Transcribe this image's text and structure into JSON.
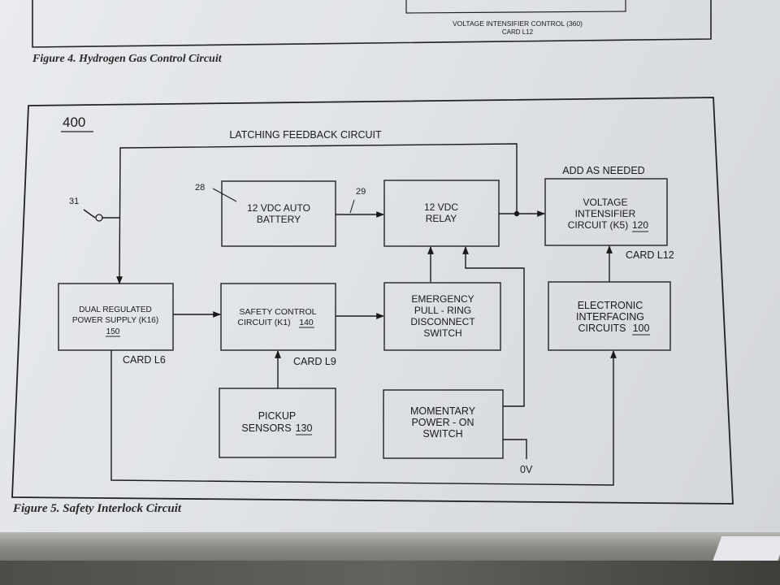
{
  "figure4": {
    "caption": "Figure 4.  Hydrogen Gas Control Circuit",
    "block_line1": "VOLTAGE INTENSIFIER CONTROL (360)",
    "block_line2": "CARD L12"
  },
  "figure5": {
    "caption": "Figure 5.  Safety Interlock Circuit",
    "ref_400": "400",
    "latching_label": "LATCHING FEEDBACK CIRCUIT",
    "add_as_needed": "ADD AS NEEDED",
    "ref_28": "28",
    "ref_29": "29",
    "ref_31": "31",
    "card_l6": "CARD L6",
    "card_l9": "CARD L9",
    "card_l12": "CARD L12",
    "ov": "0V",
    "battery": {
      "line1": "12 VDC AUTO",
      "line2": "BATTERY"
    },
    "relay": {
      "line1": "12 VDC",
      "line2": "RELAY"
    },
    "intensifier": {
      "line1": "VOLTAGE",
      "line2": "INTENSIFIER",
      "line3": "CIRCUIT (K5)",
      "ref": "120"
    },
    "power_supply": {
      "line1": "DUAL REGULATED",
      "line2": "POWER SUPPLY (K16)",
      "ref": "150"
    },
    "safety_control": {
      "line1": "SAFETY CONTROL",
      "line2": "CIRCUIT (K1)",
      "ref": "140"
    },
    "emergency": {
      "line1": "EMERGENCY",
      "line2": "PULL - RING",
      "line3": "DISCONNECT",
      "line4": "SWITCH"
    },
    "electronic": {
      "line1": "ELECTRONIC",
      "line2": "INTERFACING",
      "line3": "CIRCUITS",
      "ref": "100"
    },
    "pickup": {
      "line1": "PICKUP",
      "line2": "SENSORS",
      "ref": "130"
    },
    "momentary": {
      "line1": "MOMENTARY",
      "line2": "POWER - ON",
      "line3": "SWITCH"
    }
  }
}
